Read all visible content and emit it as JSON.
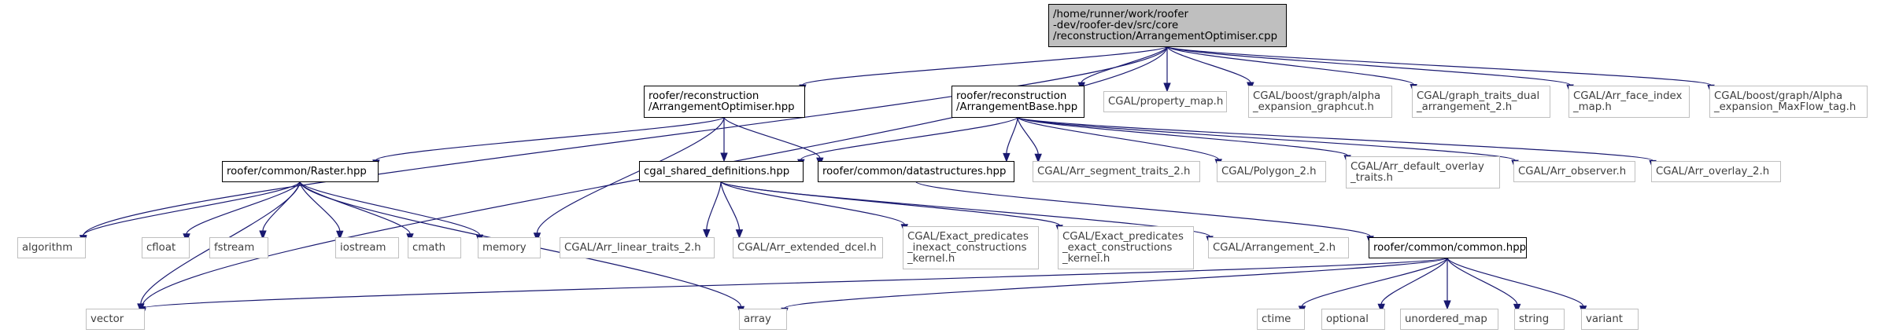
{
  "diagram": {
    "colors": {
      "edge": "#191970",
      "root_fill": "#bfbfbf",
      "internal_border": "#000000",
      "external_border": "#bfbfbf",
      "text": "#000000",
      "external_text": "#3f3f3f",
      "background": "#ffffff"
    },
    "nodes": [
      {
        "id": "root",
        "kind": "root",
        "lines": [
          "/home/runner/work/roofer",
          "-dev/roofer-dev/src/core",
          "/reconstruction/ArrangementOptimiser.cpp"
        ]
      },
      {
        "id": "ao_hpp",
        "kind": "internal",
        "lines": [
          "roofer/reconstruction",
          "/ArrangementOptimiser.hpp"
        ]
      },
      {
        "id": "ab_hpp",
        "kind": "internal",
        "lines": [
          "roofer/reconstruction",
          "/ArrangementBase.hpp"
        ]
      },
      {
        "id": "property_map",
        "kind": "external",
        "lines": [
          "CGAL/property_map.h"
        ]
      },
      {
        "id": "alpha_graphcut",
        "kind": "external",
        "lines": [
          "CGAL/boost/graph/alpha",
          "_expansion_graphcut.h"
        ]
      },
      {
        "id": "graph_traits_dual",
        "kind": "external",
        "lines": [
          "CGAL/graph_traits_dual",
          "_arrangement_2.h"
        ]
      },
      {
        "id": "arr_face_index",
        "kind": "external",
        "lines": [
          "CGAL/Arr_face_index",
          "_map.h"
        ]
      },
      {
        "id": "alpha_maxflow",
        "kind": "external",
        "lines": [
          "CGAL/boost/graph/Alpha",
          "_expansion_MaxFlow_tag.h"
        ]
      },
      {
        "id": "raster",
        "kind": "internal",
        "lines": [
          "roofer/common/Raster.hpp"
        ]
      },
      {
        "id": "cgal_shared",
        "kind": "internal",
        "lines": [
          "cgal_shared_definitions.hpp"
        ]
      },
      {
        "id": "datastructures",
        "kind": "internal",
        "lines": [
          "roofer/common/datastructures.hpp"
        ]
      },
      {
        "id": "arr_segment",
        "kind": "external",
        "lines": [
          "CGAL/Arr_segment_traits_2.h"
        ]
      },
      {
        "id": "polygon_2",
        "kind": "external",
        "lines": [
          "CGAL/Polygon_2.h"
        ]
      },
      {
        "id": "arr_default_overlay",
        "kind": "external",
        "lines": [
          "CGAL/Arr_default_overlay",
          "_traits.h"
        ]
      },
      {
        "id": "arr_observer",
        "kind": "external",
        "lines": [
          "CGAL/Arr_observer.h"
        ]
      },
      {
        "id": "arr_overlay",
        "kind": "external",
        "lines": [
          "CGAL/Arr_overlay_2.h"
        ]
      },
      {
        "id": "algorithm",
        "kind": "external",
        "lines": [
          "algorithm"
        ]
      },
      {
        "id": "cfloat",
        "kind": "external",
        "lines": [
          "cfloat"
        ]
      },
      {
        "id": "fstream",
        "kind": "external",
        "lines": [
          "fstream"
        ]
      },
      {
        "id": "iostream",
        "kind": "external",
        "lines": [
          "iostream"
        ]
      },
      {
        "id": "cmath",
        "kind": "external",
        "lines": [
          "cmath"
        ]
      },
      {
        "id": "memory",
        "kind": "external",
        "lines": [
          "memory"
        ]
      },
      {
        "id": "arr_linear",
        "kind": "external",
        "lines": [
          "CGAL/Arr_linear_traits_2.h"
        ]
      },
      {
        "id": "arr_extended_dcel",
        "kind": "external",
        "lines": [
          "CGAL/Arr_extended_dcel.h"
        ]
      },
      {
        "id": "exact_inexact",
        "kind": "external",
        "lines": [
          "CGAL/Exact_predicates",
          "_inexact_constructions",
          "_kernel.h"
        ]
      },
      {
        "id": "exact_exact",
        "kind": "external",
        "lines": [
          "CGAL/Exact_predicates",
          "_exact_constructions",
          "_kernel.h"
        ]
      },
      {
        "id": "arrangement_2",
        "kind": "external",
        "lines": [
          "CGAL/Arrangement_2.h"
        ]
      },
      {
        "id": "common_hpp",
        "kind": "internal",
        "lines": [
          "roofer/common/common.hpp"
        ]
      },
      {
        "id": "vector",
        "kind": "external",
        "lines": [
          "vector"
        ]
      },
      {
        "id": "array",
        "kind": "external",
        "lines": [
          "array"
        ]
      },
      {
        "id": "ctime",
        "kind": "external",
        "lines": [
          "ctime"
        ]
      },
      {
        "id": "optional",
        "kind": "external",
        "lines": [
          "optional"
        ]
      },
      {
        "id": "unordered_map",
        "kind": "external",
        "lines": [
          "unordered_map"
        ]
      },
      {
        "id": "string",
        "kind": "external",
        "lines": [
          "string"
        ]
      },
      {
        "id": "variant",
        "kind": "external",
        "lines": [
          "variant"
        ]
      }
    ],
    "edges": [
      {
        "from": "root",
        "to": "ao_hpp"
      },
      {
        "from": "root",
        "to": "ab_hpp"
      },
      {
        "from": "root",
        "to": "property_map"
      },
      {
        "from": "root",
        "to": "alpha_graphcut"
      },
      {
        "from": "root",
        "to": "graph_traits_dual"
      },
      {
        "from": "root",
        "to": "arr_face_index"
      },
      {
        "from": "root",
        "to": "alpha_maxflow"
      },
      {
        "from": "root",
        "to": "algorithm"
      },
      {
        "from": "root",
        "to": "vector"
      },
      {
        "from": "ao_hpp",
        "to": "raster"
      },
      {
        "from": "ao_hpp",
        "to": "cgal_shared"
      },
      {
        "from": "ao_hpp",
        "to": "datastructures"
      },
      {
        "from": "ao_hpp",
        "to": "memory"
      },
      {
        "from": "ab_hpp",
        "to": "cgal_shared"
      },
      {
        "from": "ab_hpp",
        "to": "datastructures"
      },
      {
        "from": "ab_hpp",
        "to": "arr_segment"
      },
      {
        "from": "ab_hpp",
        "to": "polygon_2"
      },
      {
        "from": "ab_hpp",
        "to": "arr_default_overlay"
      },
      {
        "from": "ab_hpp",
        "to": "arr_observer"
      },
      {
        "from": "ab_hpp",
        "to": "arr_overlay"
      },
      {
        "from": "raster",
        "to": "algorithm"
      },
      {
        "from": "raster",
        "to": "cfloat"
      },
      {
        "from": "raster",
        "to": "fstream"
      },
      {
        "from": "raster",
        "to": "iostream"
      },
      {
        "from": "raster",
        "to": "cmath"
      },
      {
        "from": "raster",
        "to": "memory"
      },
      {
        "from": "raster",
        "to": "vector"
      },
      {
        "from": "raster",
        "to": "array"
      },
      {
        "from": "cgal_shared",
        "to": "arr_linear"
      },
      {
        "from": "cgal_shared",
        "to": "arr_extended_dcel"
      },
      {
        "from": "cgal_shared",
        "to": "exact_inexact"
      },
      {
        "from": "cgal_shared",
        "to": "exact_exact"
      },
      {
        "from": "cgal_shared",
        "to": "arrangement_2"
      },
      {
        "from": "datastructures",
        "to": "common_hpp"
      },
      {
        "from": "common_hpp",
        "to": "vector"
      },
      {
        "from": "common_hpp",
        "to": "array"
      },
      {
        "from": "common_hpp",
        "to": "ctime"
      },
      {
        "from": "common_hpp",
        "to": "optional"
      },
      {
        "from": "common_hpp",
        "to": "unordered_map"
      },
      {
        "from": "common_hpp",
        "to": "string"
      },
      {
        "from": "common_hpp",
        "to": "variant"
      }
    ]
  }
}
